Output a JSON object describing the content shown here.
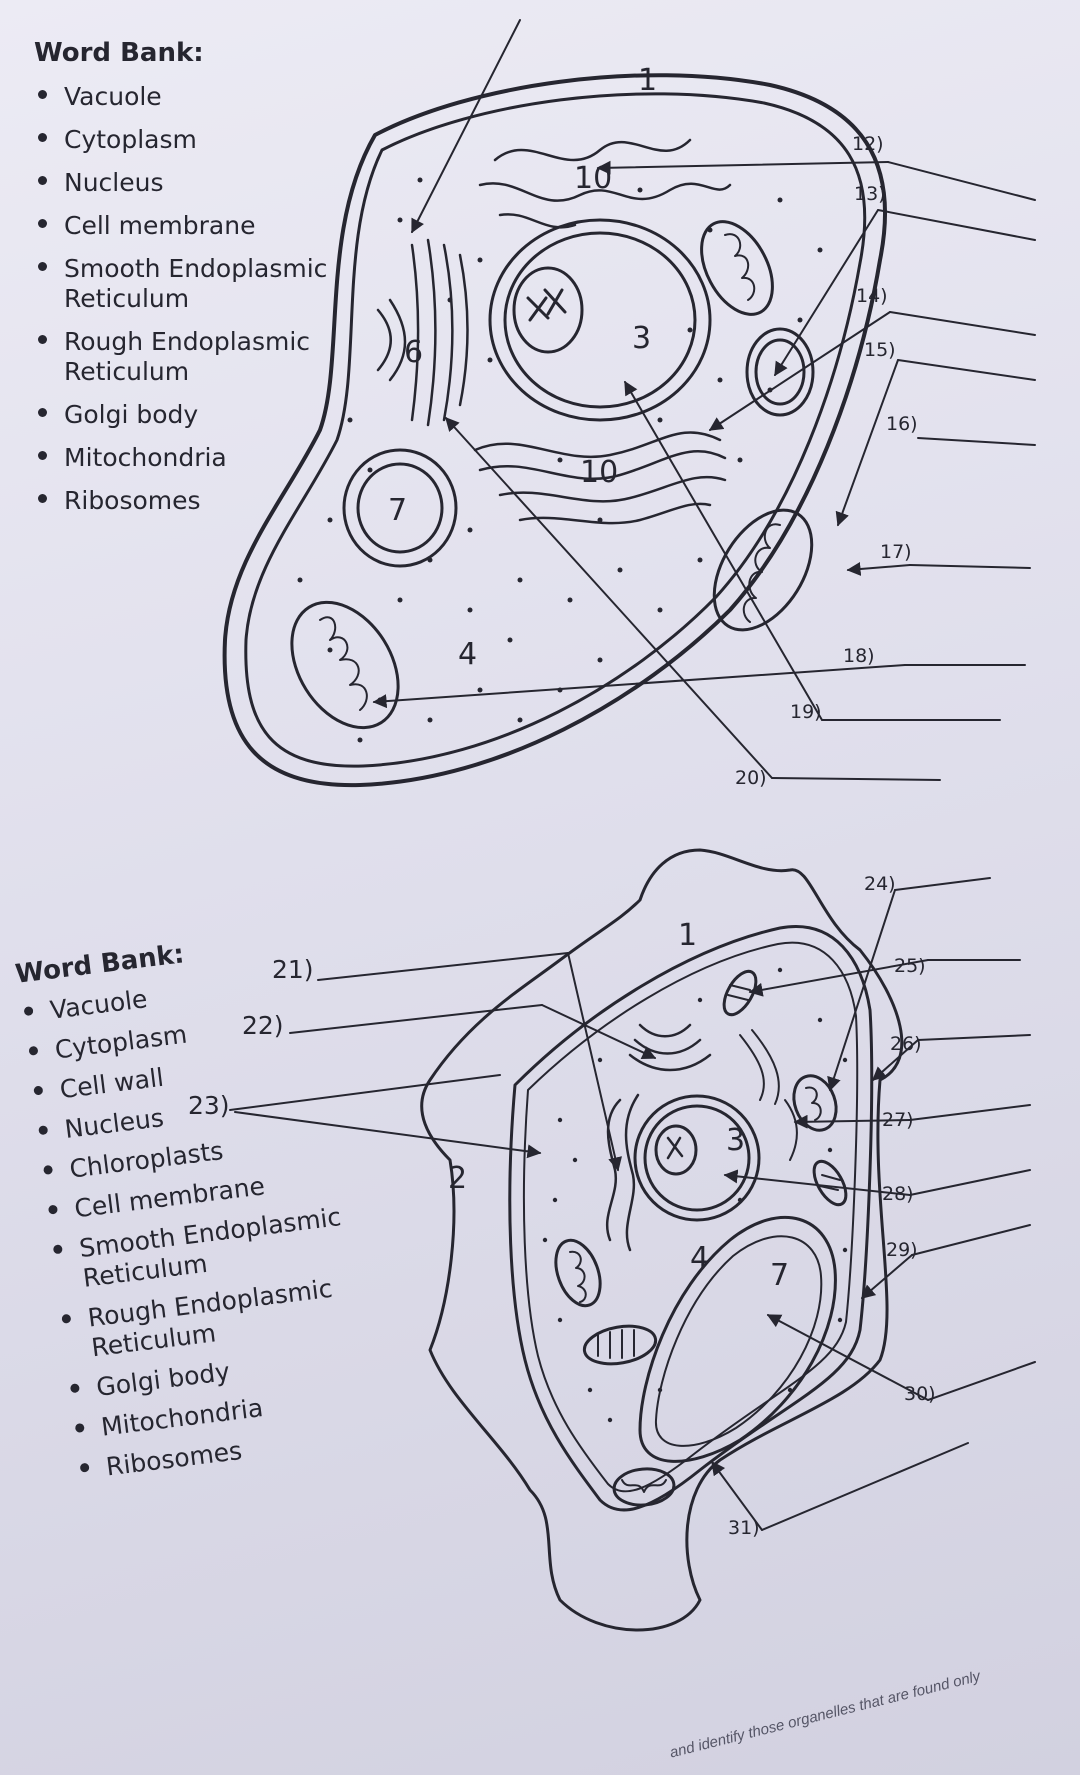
{
  "animal_word_bank": {
    "title": "Word Bank:",
    "items": [
      "Vacuole",
      "Cytoplasm",
      "Nucleus",
      "Cell membrane",
      "Smooth Endoplasmic\nReticulum",
      "Rough Endoplasmic\nReticulum",
      "Golgi body",
      "Mitochondria",
      "Ribosomes"
    ]
  },
  "plant_word_bank": {
    "title": "Word Bank:",
    "items": [
      "Vacuole",
      "Cytoplasm",
      "Cell wall",
      "Nucleus",
      "Chloroplasts",
      "Cell membrane",
      "Smooth Endoplasmic\nReticulum",
      "Rough Endoplasmic\nReticulum",
      "Golgi body",
      "Mitochondria",
      "Ribosomes"
    ]
  },
  "animal_cell": {
    "part_numbers": {
      "membrane": "1",
      "nucleus": "3",
      "cytoplasm": "4",
      "golgi": "6",
      "vacuole": "7",
      "rough_er": "10",
      "ribosome": "10"
    },
    "labels": [
      "12)",
      "13)",
      "14)",
      "15)",
      "16)",
      "17)",
      "18)",
      "19)",
      "20)"
    ]
  },
  "plant_cell": {
    "part_numbers": {
      "membrane": "1",
      "cell_wall": "2",
      "nucleus": "3",
      "cytoplasm": "4",
      "vacuole": "7"
    },
    "labels": [
      "21)",
      "22)",
      "23)",
      "24)",
      "25)",
      "26)",
      "27)",
      "28)",
      "29)",
      "30)",
      "31)"
    ]
  },
  "footer_text": "and identify those organelles that are found only",
  "colors": {
    "ink": "#262630",
    "paper": "#e6e5f0"
  }
}
